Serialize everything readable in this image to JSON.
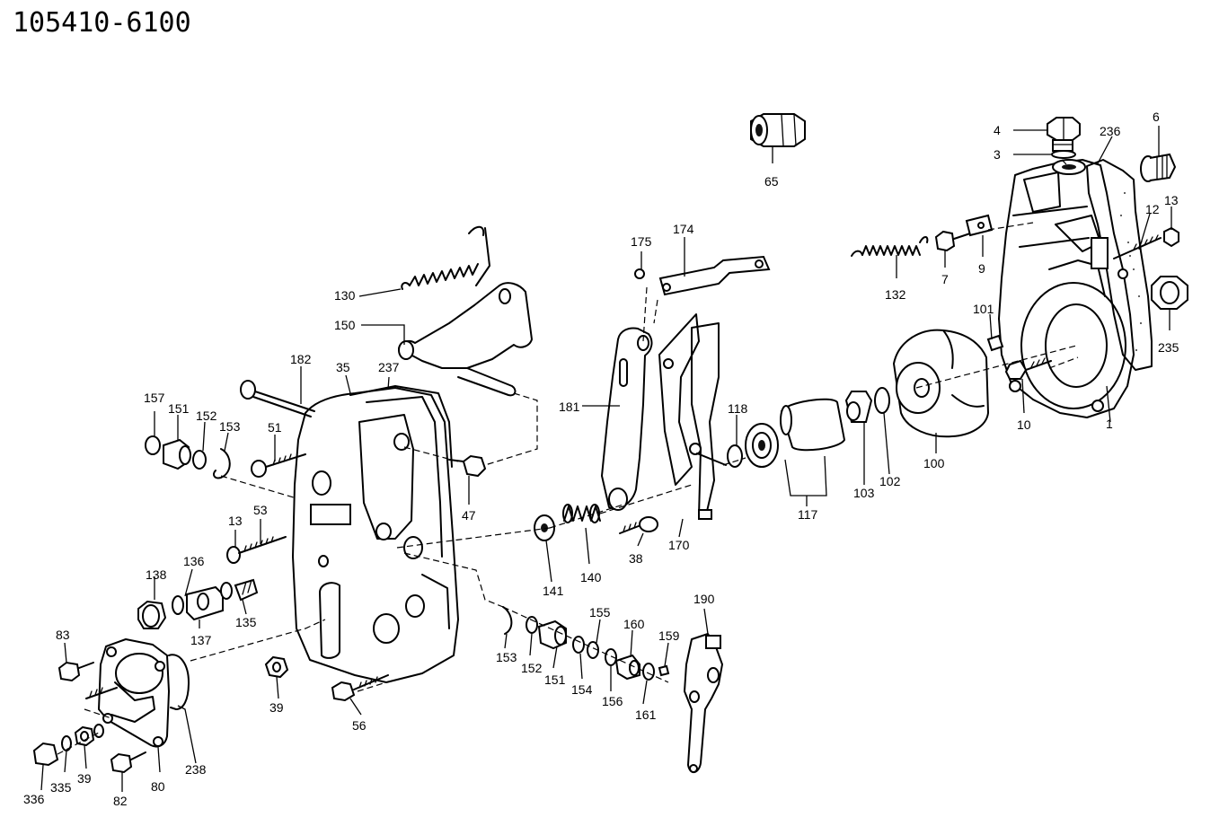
{
  "title": "105410-6100",
  "labels": [
    {
      "id": "4",
      "text": "4"
    },
    {
      "id": "3",
      "text": "3"
    },
    {
      "id": "236",
      "text": "236"
    },
    {
      "id": "6",
      "text": "6"
    },
    {
      "id": "65",
      "text": "65"
    },
    {
      "id": "13a",
      "text": "13"
    },
    {
      "id": "12",
      "text": "12"
    },
    {
      "id": "174",
      "text": "174"
    },
    {
      "id": "175",
      "text": "175"
    },
    {
      "id": "132",
      "text": "132"
    },
    {
      "id": "7",
      "text": "7"
    },
    {
      "id": "9",
      "text": "9"
    },
    {
      "id": "130",
      "text": "130"
    },
    {
      "id": "150",
      "text": "150"
    },
    {
      "id": "235",
      "text": "235"
    },
    {
      "id": "101",
      "text": "101"
    },
    {
      "id": "182",
      "text": "182"
    },
    {
      "id": "35",
      "text": "35"
    },
    {
      "id": "237",
      "text": "237"
    },
    {
      "id": "181",
      "text": "181"
    },
    {
      "id": "118",
      "text": "118"
    },
    {
      "id": "157",
      "text": "157"
    },
    {
      "id": "151a",
      "text": "151"
    },
    {
      "id": "152a",
      "text": "152"
    },
    {
      "id": "153a",
      "text": "153"
    },
    {
      "id": "51",
      "text": "51"
    },
    {
      "id": "10",
      "text": "10"
    },
    {
      "id": "1",
      "text": "1"
    },
    {
      "id": "100",
      "text": "100"
    },
    {
      "id": "103",
      "text": "103"
    },
    {
      "id": "102",
      "text": "102"
    },
    {
      "id": "117",
      "text": "117"
    },
    {
      "id": "47",
      "text": "47"
    },
    {
      "id": "170",
      "text": "170"
    },
    {
      "id": "53",
      "text": "53"
    },
    {
      "id": "13b",
      "text": "13"
    },
    {
      "id": "38",
      "text": "38"
    },
    {
      "id": "141",
      "text": "141"
    },
    {
      "id": "140",
      "text": "140"
    },
    {
      "id": "136",
      "text": "136"
    },
    {
      "id": "138",
      "text": "138"
    },
    {
      "id": "137",
      "text": "137"
    },
    {
      "id": "135",
      "text": "135"
    },
    {
      "id": "190",
      "text": "190"
    },
    {
      "id": "155",
      "text": "155"
    },
    {
      "id": "160",
      "text": "160"
    },
    {
      "id": "159",
      "text": "159"
    },
    {
      "id": "83",
      "text": "83"
    },
    {
      "id": "153b",
      "text": "153"
    },
    {
      "id": "152b",
      "text": "152"
    },
    {
      "id": "151b",
      "text": "151"
    },
    {
      "id": "154",
      "text": "154"
    },
    {
      "id": "156",
      "text": "156"
    },
    {
      "id": "161",
      "text": "161"
    },
    {
      "id": "39a",
      "text": "39"
    },
    {
      "id": "56",
      "text": "56"
    },
    {
      "id": "238",
      "text": "238"
    },
    {
      "id": "80",
      "text": "80"
    },
    {
      "id": "39b",
      "text": "39"
    },
    {
      "id": "335",
      "text": "335"
    },
    {
      "id": "336",
      "text": "336"
    },
    {
      "id": "82",
      "text": "82"
    }
  ]
}
